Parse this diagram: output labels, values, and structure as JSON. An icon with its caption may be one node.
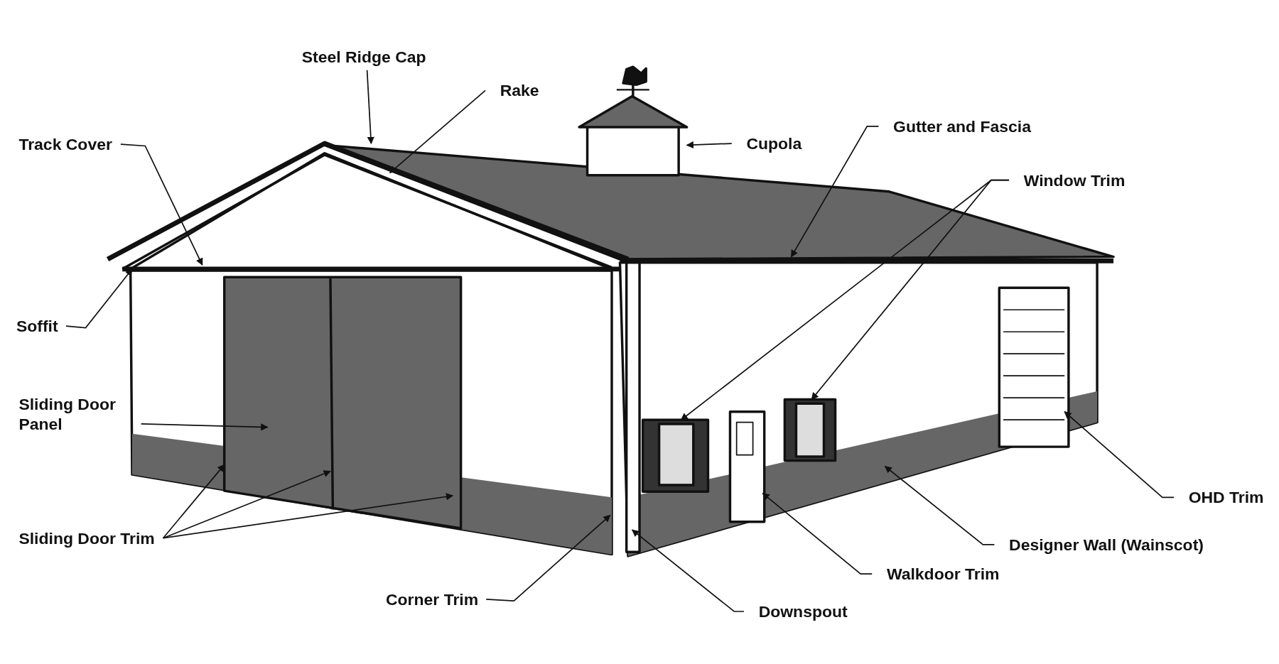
{
  "diagram": {
    "nodes": [
      {
        "text": [
          "Steel Ridge Cap"
        ]
      },
      {
        "text": [
          "Rake"
        ]
      },
      {
        "text": [
          "Track Cover"
        ]
      },
      {
        "text": [
          "Cupola"
        ]
      },
      {
        "text": [
          "Gutter and Fascia"
        ]
      },
      {
        "text": [
          "Window Trim"
        ]
      },
      {
        "text": [
          "Soffit"
        ]
      },
      {
        "text": [
          "Sliding Door Panel"
        ]
      },
      {
        "text": [
          "Sliding Door Trim"
        ]
      },
      {
        "text": [
          "Corner Trim"
        ]
      },
      {
        "text": [
          "Downspout"
        ]
      },
      {
        "text": [
          "Walkdoor Trim"
        ]
      },
      {
        "text": [
          "Designer Wall (Wainscot)"
        ]
      },
      {
        "text": [
          "OHD Trim"
        ]
      }
    ],
    "edges": [
      {
        "from": 0,
        "to": null,
        "arrow": "to"
      },
      {
        "from": 1,
        "to": null,
        "arrow": "to"
      },
      {
        "from": 2,
        "to": null,
        "arrow": "to"
      },
      {
        "from": 3,
        "to": null,
        "arrow": "to"
      },
      {
        "from": 4,
        "to": null,
        "arrow": "to"
      },
      {
        "from": 5,
        "to": null,
        "arrow": "to"
      },
      {
        "from": 5,
        "to": null,
        "arrow": "to"
      },
      {
        "from": 6,
        "to": null,
        "arrow": "to"
      },
      {
        "from": 7,
        "to": null,
        "arrow": "to"
      },
      {
        "from": 8,
        "to": null,
        "arrow": "to"
      },
      {
        "from": 8,
        "to": null,
        "arrow": "to"
      },
      {
        "from": 8,
        "to": null,
        "arrow": "to"
      },
      {
        "from": 9,
        "to": null,
        "arrow": "to"
      },
      {
        "from": 10,
        "to": null,
        "arrow": "to"
      },
      {
        "from": 11,
        "to": null,
        "arrow": "to"
      },
      {
        "from": 12,
        "to": null,
        "arrow": "to"
      },
      {
        "from": 13,
        "to": null,
        "arrow": "to"
      }
    ]
  }
}
